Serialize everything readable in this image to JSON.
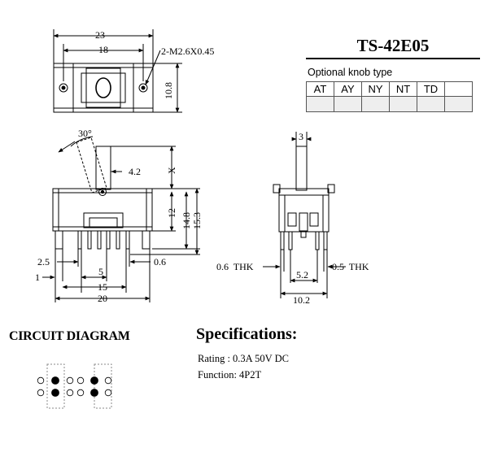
{
  "header": {
    "model": "TS-42E05",
    "knob_title": "Optional knob type",
    "knob_types": [
      "AT",
      "AY",
      "NY",
      "NT",
      "TD",
      ""
    ]
  },
  "drawing": {
    "top_view": {
      "dim_width": "23",
      "dim_hole_pitch": "18",
      "dim_height": "10.8",
      "hole_note": "2-M2.6X0.45"
    },
    "side_view": {
      "angle": "30°",
      "dim_actuator": "4.2",
      "dim_x": "X",
      "dim_12": "12",
      "dim_14_8": "14.8",
      "dim_15_3": "15.3",
      "dim_2_5": "2.5",
      "dim_0_6": "0.6",
      "dim_1": "1",
      "dim_5": "5",
      "dim_15": "15",
      "dim_20": "20"
    },
    "end_view": {
      "dim_3": "3",
      "dim_0_6_thk": "0.6  THK",
      "dim_0_5_thk": "0.5  THK",
      "dim_5_2": "5.2",
      "dim_10_2": "10.2"
    }
  },
  "circuit": {
    "title": "CIRCUIT DIAGRAM"
  },
  "specs": {
    "title": "Specifications:",
    "rating": "Rating : 0.3A 50V DC",
    "function": "Function: 4P2T"
  }
}
